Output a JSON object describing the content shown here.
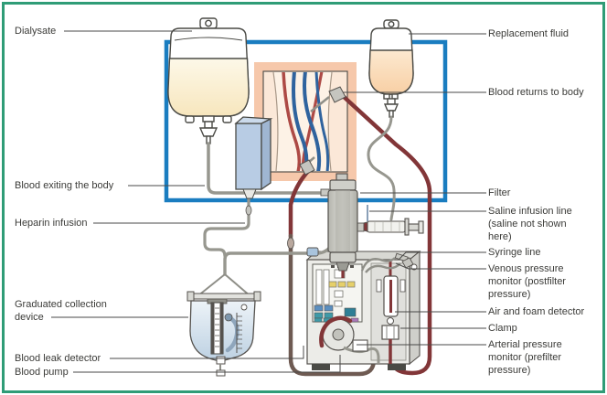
{
  "figure_type": "medical diagram: continuous renal replacement therapy (dialysis) circuit",
  "labels": {
    "dialysate": "Dialysate",
    "blood_exiting": "Blood exiting the body",
    "heparin": "Heparin infusion",
    "collection": "Graduated collection device",
    "leak": "Blood leak detector",
    "pump": "Blood pump",
    "replacement": "Replacement fluid",
    "returns": "Blood returns to body",
    "filter": "Filter",
    "saline": "Saline infusion line (saline not shown here)",
    "syringe": "Syringe line",
    "venous": "Venous pressure monitor (postfilter pressure)",
    "air_foam": "Air and foam detector",
    "clamp": "Clamp",
    "arterial": "Arterial pressure monitor (prefilter pressure)"
  },
  "colors": {
    "border_green": "#2F9C77",
    "frame_blue": "#1A7DC0",
    "blood_maroon": "#823638",
    "tube_gray": "#97978F",
    "skin_pink": "#F6C8AB",
    "dialysate_fluid": "#F7E6BD",
    "replacement_fluid": "#F8CFA4",
    "collection_fluid": "#BDD1E2",
    "vein_blue": "#2F639E",
    "artery_red": "#AD4A45"
  }
}
